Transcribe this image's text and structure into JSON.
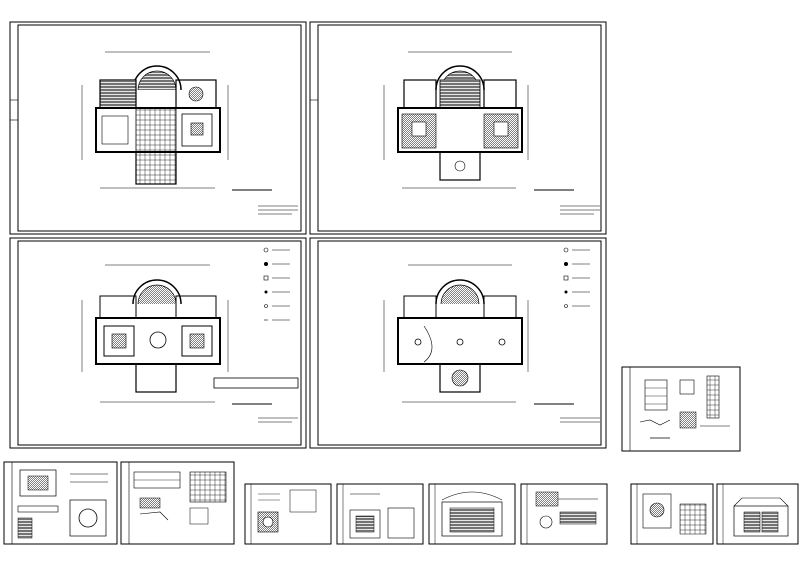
{
  "sheets": {
    "main": [
      {
        "id": "sheet-1f-layout",
        "title": ""
      },
      {
        "id": "sheet-2f-layout",
        "title": ""
      },
      {
        "id": "sheet-1f-ceiling",
        "title": ""
      },
      {
        "id": "sheet-2f-ceiling",
        "title": ""
      }
    ],
    "detail": [
      {
        "id": "sheet-detail-a"
      },
      {
        "id": "sheet-detail-b"
      },
      {
        "id": "sheet-detail-c"
      },
      {
        "id": "sheet-detail-d"
      },
      {
        "id": "sheet-detail-e"
      },
      {
        "id": "sheet-detail-f"
      },
      {
        "id": "sheet-detail-g"
      },
      {
        "id": "sheet-detail-h"
      },
      {
        "id": "sheet-detail-i"
      }
    ]
  },
  "colors": {
    "line": "#000000",
    "background": "#ffffff",
    "hatch": "#222222"
  }
}
